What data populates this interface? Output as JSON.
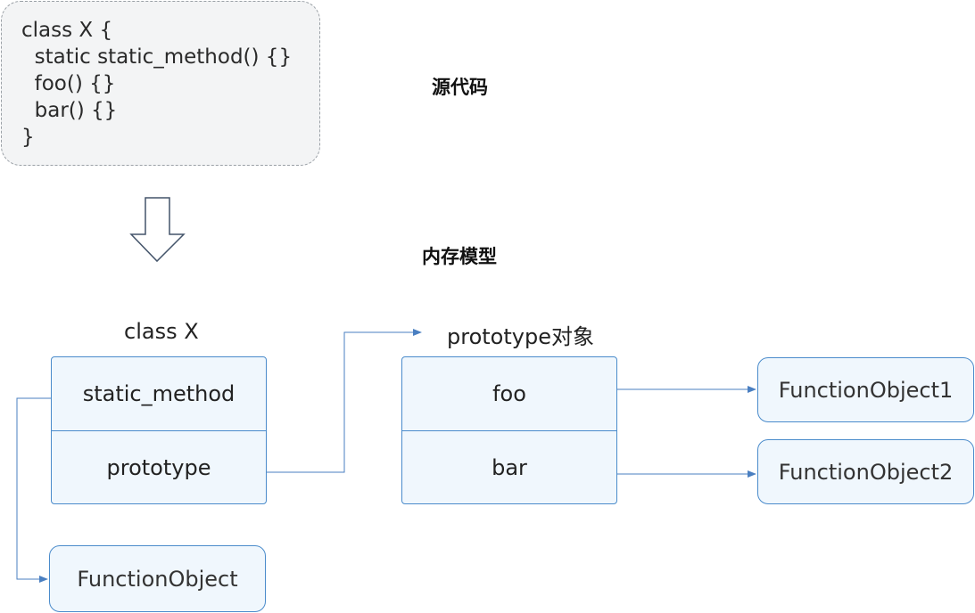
{
  "source_code": {
    "lines": [
      "class X {",
      "  static static_method() {}",
      "  foo() {}",
      "  bar() {}",
      "}"
    ]
  },
  "labels": {
    "source_heading": "源代码",
    "memory_heading": "内存模型",
    "class_title": "class X",
    "prototype_title": "prototype对象"
  },
  "class_table": {
    "rows": [
      "static_method",
      "prototype"
    ]
  },
  "prototype_table": {
    "rows": [
      "foo",
      "bar"
    ]
  },
  "function_objects": {
    "static": "FunctionObject",
    "foo": "FunctionObject1",
    "bar": "FunctionObject2"
  },
  "colors": {
    "box_border": "#4a8bcb",
    "box_fill": "#f0f7fd",
    "arrow": "#4a7fc1",
    "code_fill": "#f3f4f5"
  }
}
